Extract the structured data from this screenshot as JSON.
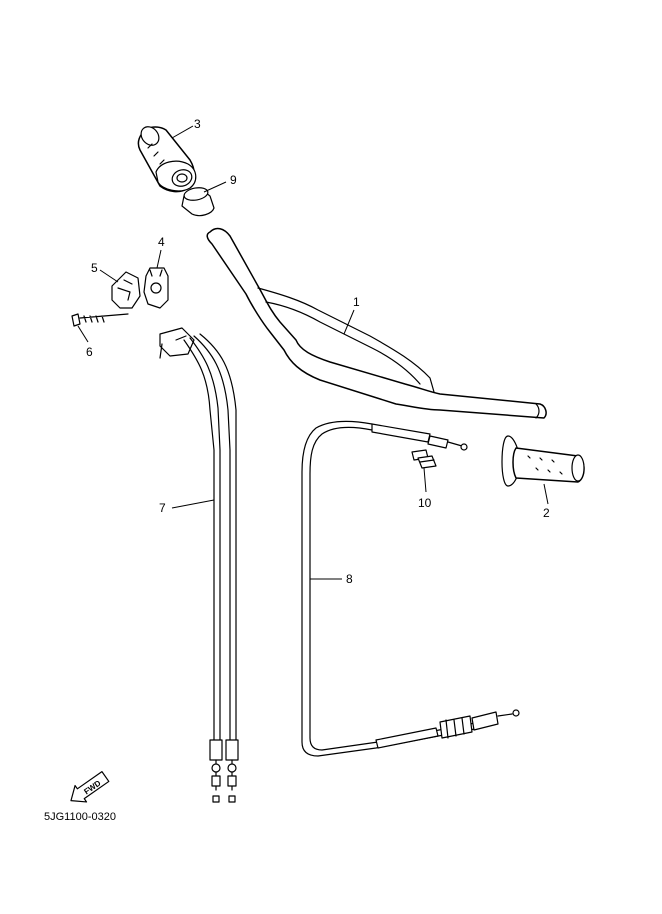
{
  "diagram": {
    "callouts": [
      {
        "id": "c1",
        "text": "1"
      },
      {
        "id": "c2",
        "text": "2"
      },
      {
        "id": "c3",
        "text": "3"
      },
      {
        "id": "c4",
        "text": "4"
      },
      {
        "id": "c5",
        "text": "5"
      },
      {
        "id": "c6",
        "text": "6"
      },
      {
        "id": "c7",
        "text": "7"
      },
      {
        "id": "c8",
        "text": "8"
      },
      {
        "id": "c9",
        "text": "9"
      },
      {
        "id": "c10",
        "text": "10"
      }
    ],
    "fwd_label": "FWD",
    "diagram_code": "5JG1100-0320"
  }
}
